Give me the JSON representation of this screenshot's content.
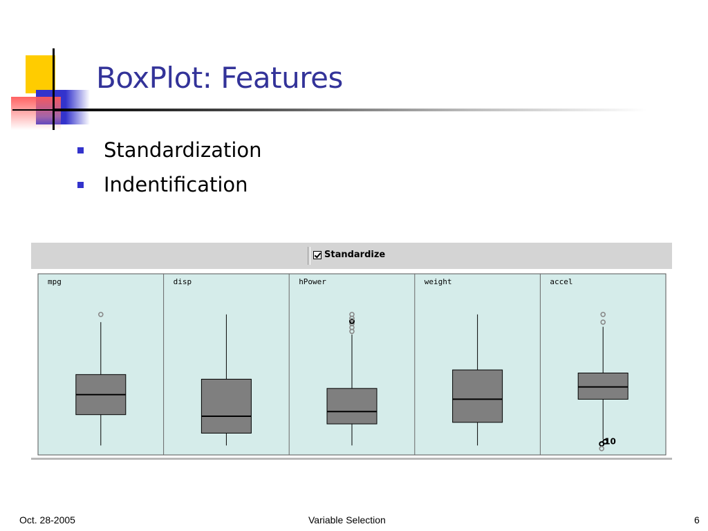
{
  "slide": {
    "title": "BoxPlot: Features",
    "bullets": [
      "Standardization",
      "Indentification"
    ]
  },
  "toolbar": {
    "standardize_label": "Standardize",
    "standardize_checked": true
  },
  "footer": {
    "date": "Oct. 28-2005",
    "center": "Variable Selection",
    "page": "6"
  },
  "colors": {
    "title": "#333399",
    "bullet": "#3333cc",
    "panel_bg": "#d5ecea",
    "box_fill": "#7f7f7f"
  },
  "chart_data": {
    "type": "boxplot",
    "standardized": true,
    "ylim": [
      0,
      100
    ],
    "panels": [
      {
        "name": "mpg",
        "whisker_low": 3,
        "q1": 23,
        "median": 36,
        "q3": 49,
        "whisker_high": 83,
        "outliers": [
          {
            "y": 88,
            "style": "grey"
          }
        ],
        "outlier_labels": []
      },
      {
        "name": "disp",
        "whisker_low": 3,
        "q1": 11,
        "median": 22,
        "q3": 46,
        "whisker_high": 88,
        "outliers": [],
        "outlier_labels": []
      },
      {
        "name": "hPower",
        "whisker_low": 3,
        "q1": 17,
        "median": 25,
        "q3": 40,
        "whisker_high": 75,
        "outliers": [
          {
            "y": 77,
            "style": "grey"
          },
          {
            "y": 79.5,
            "style": "grey"
          },
          {
            "y": 82,
            "style": "grey"
          },
          {
            "y": 83.5,
            "style": "black"
          },
          {
            "y": 85.5,
            "style": "grey"
          },
          {
            "y": 88,
            "style": "grey"
          }
        ],
        "outlier_labels": []
      },
      {
        "name": "weight",
        "whisker_low": 3,
        "q1": 18,
        "median": 33,
        "q3": 52,
        "whisker_high": 88,
        "outliers": [],
        "outlier_labels": []
      },
      {
        "name": "accel",
        "whisker_low": 7,
        "q1": 33,
        "median": 41,
        "q3": 50,
        "whisker_high": 80,
        "outliers": [
          {
            "y": 4,
            "style": "black",
            "dx": -2
          },
          {
            "y": 5.5,
            "style": "black",
            "dx": 3
          },
          {
            "y": 1,
            "style": "grey",
            "dx": -2
          },
          {
            "y": 83,
            "style": "grey"
          },
          {
            "y": 88,
            "style": "grey"
          }
        ],
        "outlier_labels": [
          {
            "text": "10",
            "y": 5.5
          }
        ]
      }
    ]
  }
}
